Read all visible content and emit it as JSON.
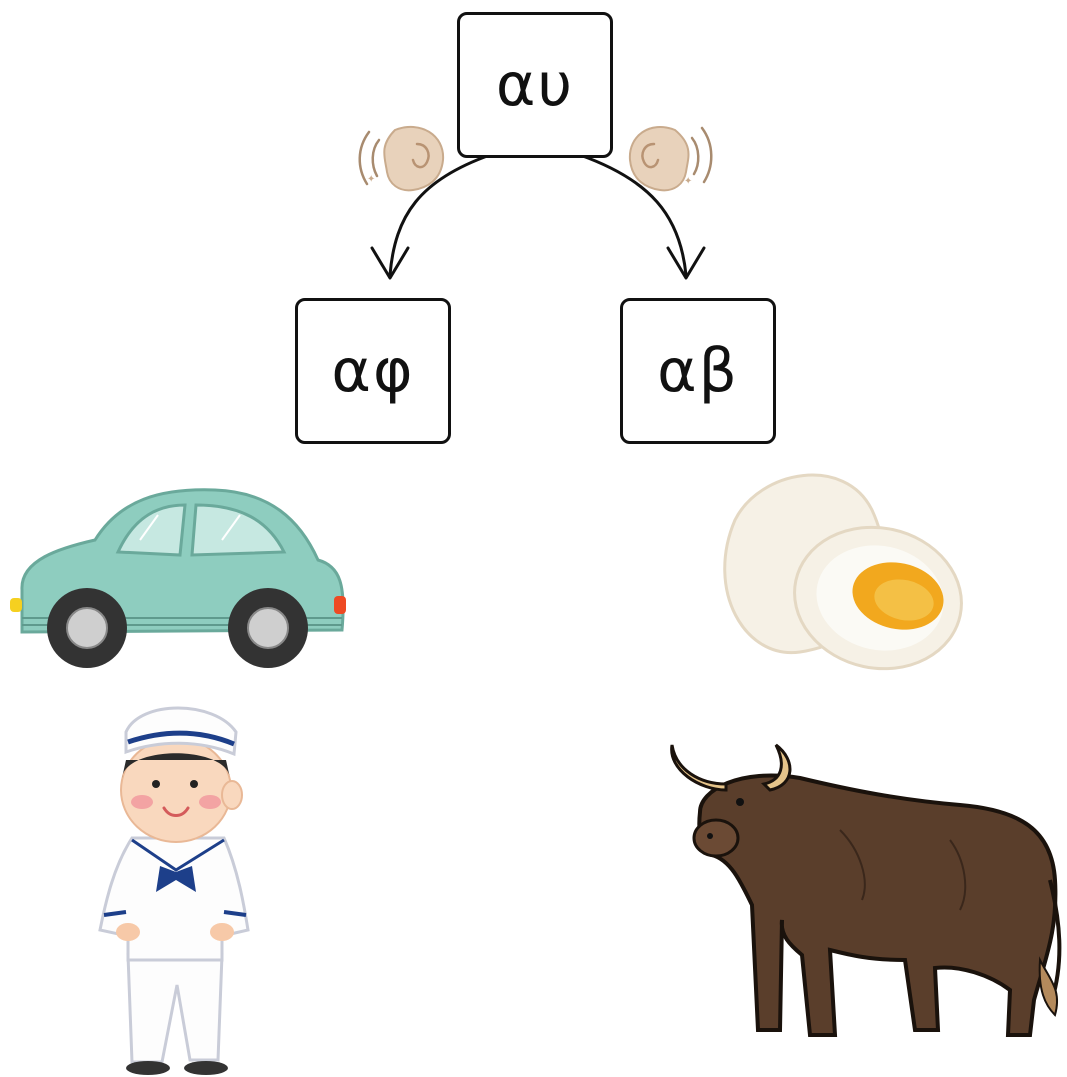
{
  "diagram": {
    "root": {
      "text": "αυ"
    },
    "children": [
      {
        "text": "αφ"
      },
      {
        "text": "αβ"
      }
    ]
  },
  "icons": [
    "ear-icon",
    "ear-icon",
    "car-icon",
    "boiled-egg-icon",
    "sailor-icon",
    "bull-icon"
  ],
  "colors": {
    "car_body": "#8ecdbf",
    "egg_yolk": "#f2a81e",
    "bull_body": "#5a3e2b",
    "sailor_scarf": "#1d3f8a",
    "ear": "#e8d2bb"
  }
}
